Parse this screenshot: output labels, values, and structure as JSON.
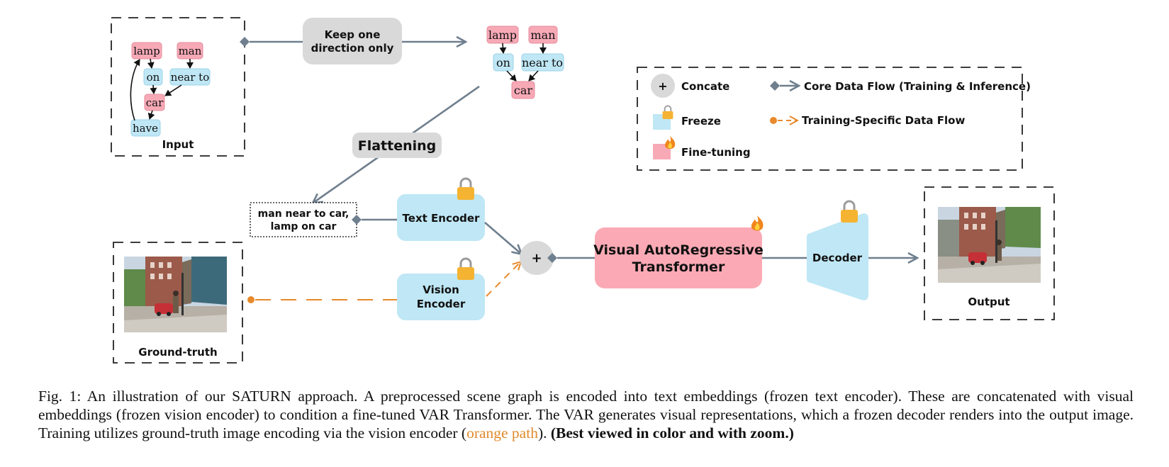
{
  "input_graph": {
    "nodes": {
      "lamp": "lamp",
      "man": "man",
      "on": "on",
      "near_to": "near to",
      "car": "car",
      "have": "have"
    },
    "label": "Input"
  },
  "keep_direction": {
    "line1": "Keep one",
    "line2": "direction only"
  },
  "directed_graph": {
    "lamp": "lamp",
    "man": "man",
    "on": "on",
    "near_to": "near to",
    "car": "car"
  },
  "flattening": "Flattening",
  "flattened_text": {
    "line1": "man near to car,",
    "line2": "lamp on car"
  },
  "text_encoder": "Text Encoder",
  "vision_encoder": {
    "line1": "Vision",
    "line2": "Encoder"
  },
  "concat_symbol": "+",
  "var_transformer": {
    "line1": "Visual AutoRegressive",
    "line2": "Transformer"
  },
  "decoder": "Decoder",
  "ground_truth_label": "Ground-truth",
  "output_label": "Output",
  "legend": {
    "concate_symbol": "+",
    "concate": "Concate",
    "freeze": "Freeze",
    "fine_tuning": "Fine-tuning",
    "core_flow": "Core Data Flow (Training & Inference)",
    "training_flow": "Training-Specific Data Flow"
  },
  "caption": {
    "part1": "Fig. 1: An illustration of our SATURN approach. A preprocessed scene graph is encoded into text embeddings (frozen text encoder). These are concatenated with visual embeddings (frozen vision encoder) to condition a fine-tuned VAR Transformer. The VAR generates visual representations, which a frozen decoder renders into the output image. Training utilizes ground-truth image encoding via the vision encoder (",
    "orange": "orange path",
    "part2": "). ",
    "bold": "(Best viewed in color and with zoom.)"
  },
  "colors": {
    "pink": "#f7a9b6",
    "blue": "#bfe7f5",
    "gray_box": "#d9d9d9",
    "core_flow": "#6f7f8e",
    "training_flow": "#e8892b",
    "var_box": "#fbaab5"
  },
  "icons": {
    "lock": "lock-icon",
    "fire": "fire-icon"
  }
}
